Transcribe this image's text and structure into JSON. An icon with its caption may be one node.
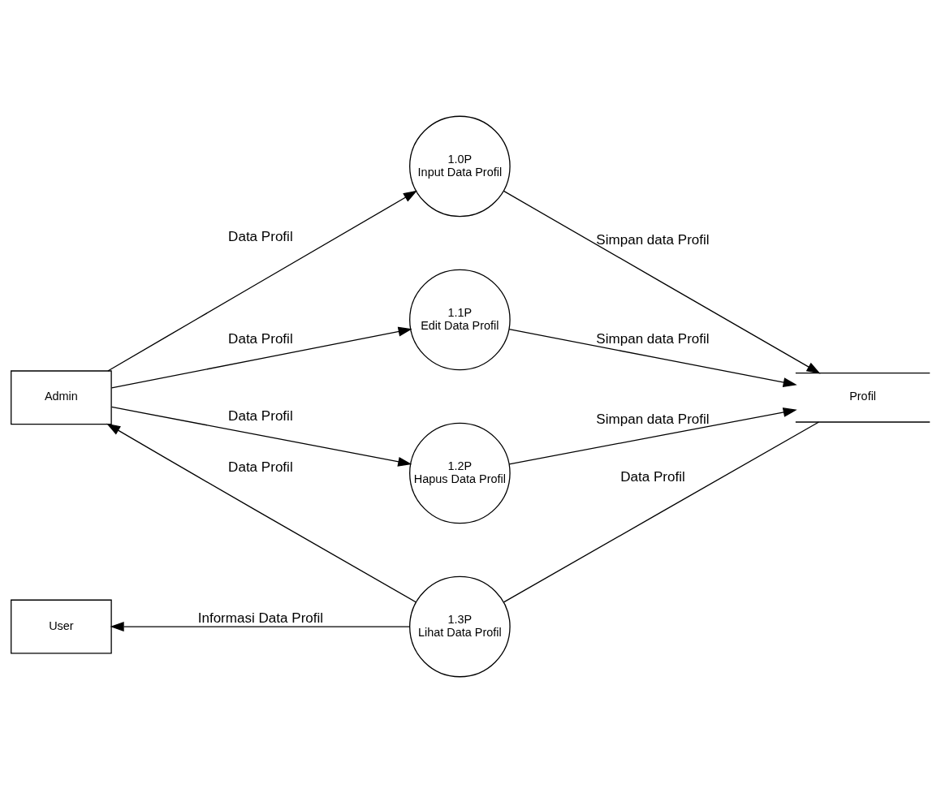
{
  "diagram": {
    "nodes": [
      {
        "text": [
          "Admin"
        ]
      },
      {
        "text": [
          "1.0P",
          "Input Data Profil"
        ]
      },
      {
        "text": [
          "1.1P",
          "Edit Data Profil"
        ]
      },
      {
        "text": [
          "1.2P",
          "Hapus Data Profil"
        ]
      },
      {
        "text": [
          "1.3P",
          "Lihat Data Profil"
        ]
      },
      {
        "text": [
          "Profil"
        ]
      },
      {
        "text": [
          "User"
        ]
      }
    ],
    "edges": [
      {
        "from": 0,
        "to": 1,
        "arrow": "to",
        "label": "Data Profil"
      },
      {
        "from": 1,
        "to": 5,
        "arrow": "to",
        "label": "Simpan data Profil"
      },
      {
        "from": 0,
        "to": 2,
        "arrow": "to",
        "label": "Data Profil"
      },
      {
        "from": 2,
        "to": 5,
        "arrow": "to",
        "label": "Simpan data Profil"
      },
      {
        "from": 0,
        "to": 3,
        "arrow": "to",
        "label": "Data Profil"
      },
      {
        "from": 3,
        "to": 5,
        "arrow": "to",
        "label": "Simpan data Profil"
      },
      {
        "from": 4,
        "to": 0,
        "arrow": "to",
        "label": "Data Profil"
      },
      {
        "from": 5,
        "to": 4,
        "arrow": "none",
        "label": "Data Profil"
      },
      {
        "from": 4,
        "to": 6,
        "arrow": "to",
        "label": "Informasi Data Profil"
      }
    ]
  }
}
